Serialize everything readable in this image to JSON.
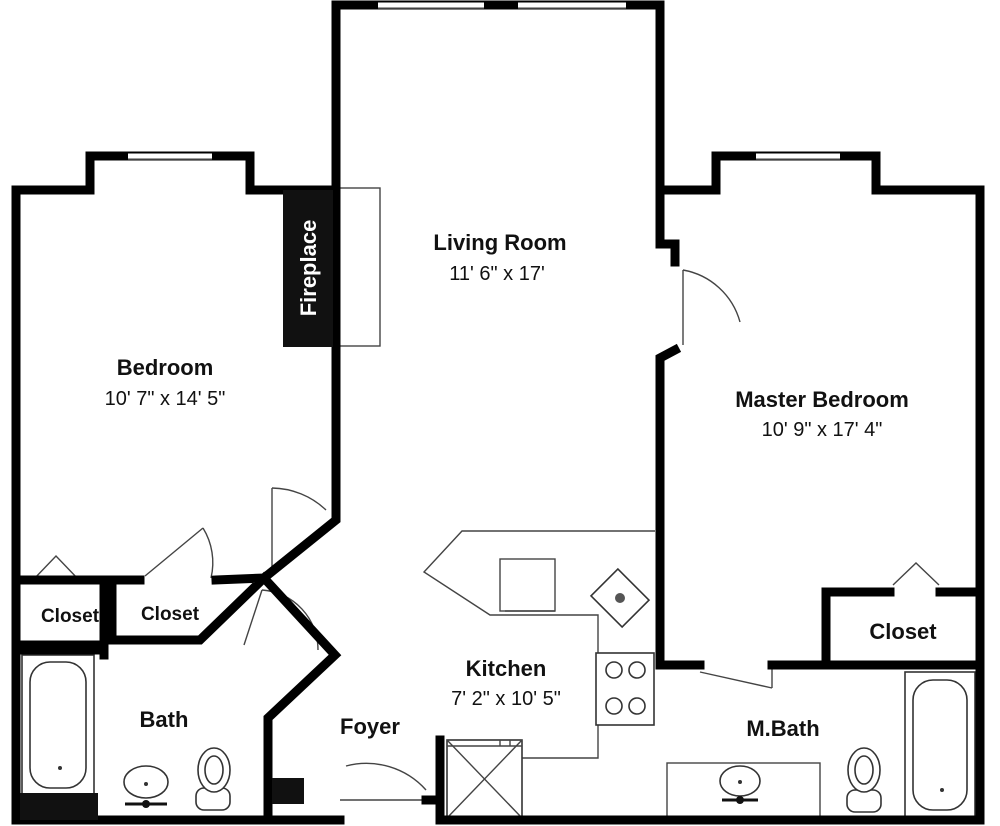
{
  "rooms": {
    "living": {
      "name": "Living Room",
      "dims": "11' 6\" x 17'"
    },
    "bedroom": {
      "name": "Bedroom",
      "dims": "10' 7\" x 14' 5\""
    },
    "master": {
      "name": "Master Bedroom",
      "dims": "10' 9\" x 17' 4\""
    },
    "kitchen": {
      "name": "Kitchen",
      "dims": "7' 2\" x 10' 5\""
    },
    "foyer": {
      "name": "Foyer"
    },
    "bath": {
      "name": "Bath"
    },
    "mbath": {
      "name": "M.Bath"
    },
    "closet_left": {
      "name": "Closet"
    },
    "closet_mid": {
      "name": "Closet"
    },
    "closet_right": {
      "name": "Closet"
    },
    "fireplace": {
      "name": "Fireplace"
    }
  },
  "colors": {
    "wall": "#000000",
    "background": "#ffffff"
  }
}
